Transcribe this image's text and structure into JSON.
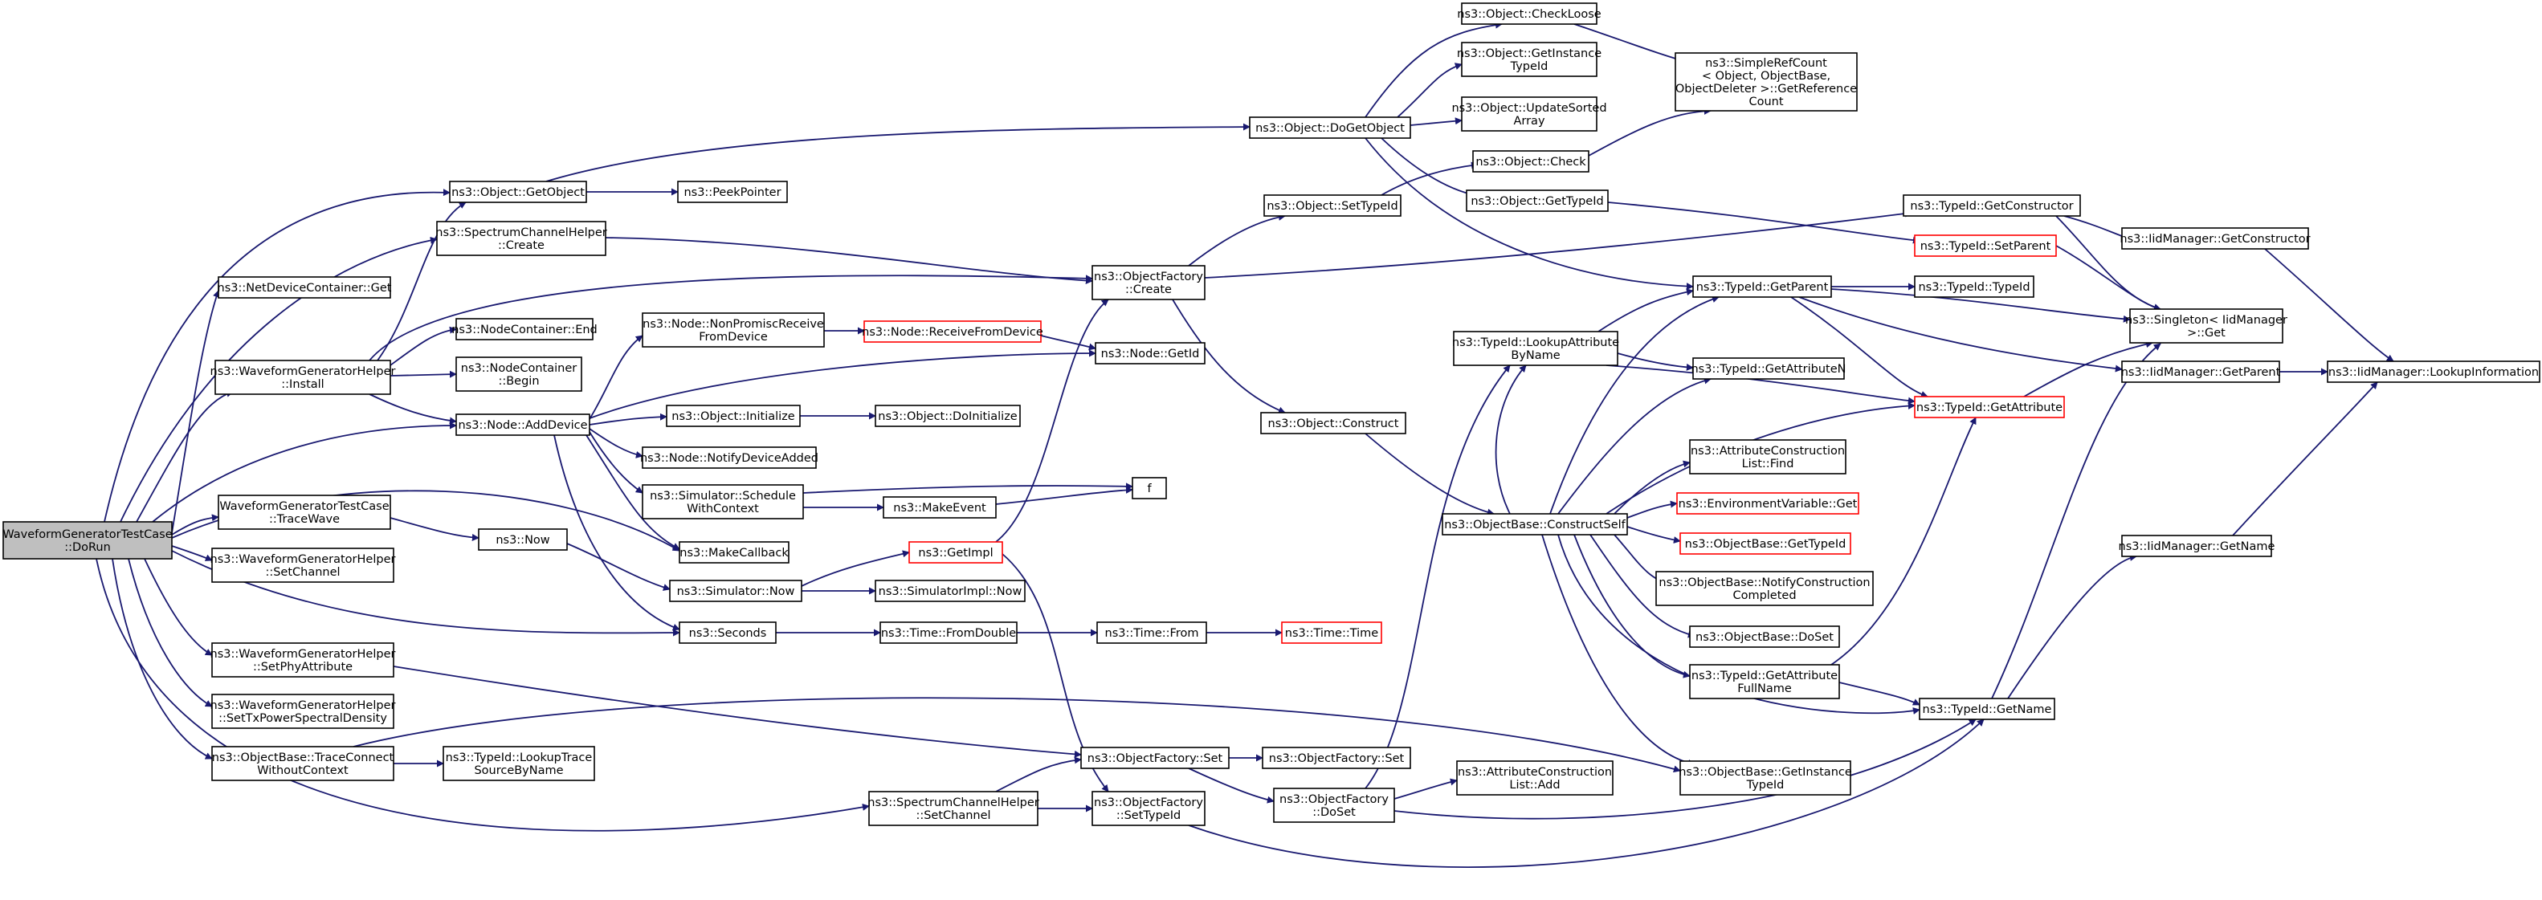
{
  "diagram": {
    "nodes": [
      {
        "id": "root",
        "lines": [
          "WaveformGeneratorTestCase",
          "::DoRun"
        ]
      },
      {
        "id": "ndc_get",
        "lines": [
          "ns3::NetDeviceContainer::Get"
        ]
      },
      {
        "id": "obj_getobject",
        "lines": [
          "ns3::Object::GetObject"
        ]
      },
      {
        "id": "peekpointer",
        "lines": [
          "ns3::PeekPointer"
        ]
      },
      {
        "id": "sch_create",
        "lines": [
          "ns3::SpectrumChannelHelper",
          "::Create"
        ]
      },
      {
        "id": "wgh_install",
        "lines": [
          "ns3::WaveformGeneratorHelper",
          "::Install"
        ]
      },
      {
        "id": "nc_end",
        "lines": [
          "ns3::NodeContainer::End"
        ]
      },
      {
        "id": "nc_begin",
        "lines": [
          "ns3::NodeContainer",
          "::Begin"
        ]
      },
      {
        "id": "node_adddevice",
        "lines": [
          "ns3::Node::AddDevice"
        ]
      },
      {
        "id": "wgtc_tracewave",
        "lines": [
          "WaveformGeneratorTestCase",
          "::TraceWave"
        ]
      },
      {
        "id": "wgh_setchannel",
        "lines": [
          "ns3::WaveformGeneratorHelper",
          "::SetChannel"
        ]
      },
      {
        "id": "wgh_setphy",
        "lines": [
          "ns3::WaveformGeneratorHelper",
          "::SetPhyAttribute"
        ]
      },
      {
        "id": "wgh_settxpsd",
        "lines": [
          "ns3::WaveformGeneratorHelper",
          "::SetTxPowerSpectralDensity"
        ]
      },
      {
        "id": "ob_traceconnect",
        "lines": [
          "ns3::ObjectBase::TraceConnect",
          "WithoutContext"
        ]
      },
      {
        "id": "tid_lookuptrace",
        "lines": [
          "ns3::TypeId::LookupTrace",
          "SourceByName"
        ]
      },
      {
        "id": "node_nonpromisc",
        "lines": [
          "ns3::Node::NonPromiscReceive",
          "FromDevice"
        ]
      },
      {
        "id": "node_receivefrom",
        "lines": [
          "ns3::Node::ReceiveFromDevice"
        ],
        "red": true
      },
      {
        "id": "node_getid",
        "lines": [
          "ns3::Node::GetId"
        ]
      },
      {
        "id": "obj_initialize",
        "lines": [
          "ns3::Object::Initialize"
        ]
      },
      {
        "id": "obj_doinitialize",
        "lines": [
          "ns3::Object::DoInitialize"
        ]
      },
      {
        "id": "node_notifydevice",
        "lines": [
          "ns3::Node::NotifyDeviceAdded"
        ]
      },
      {
        "id": "sim_schedule",
        "lines": [
          "ns3::Simulator::Schedule",
          "WithContext"
        ]
      },
      {
        "id": "makeevent",
        "lines": [
          "ns3::MakeEvent"
        ]
      },
      {
        "id": "f",
        "lines": [
          "f"
        ]
      },
      {
        "id": "makecallback",
        "lines": [
          "ns3::MakeCallback"
        ]
      },
      {
        "id": "now",
        "lines": [
          "ns3::Now"
        ]
      },
      {
        "id": "sim_now",
        "lines": [
          "ns3::Simulator::Now"
        ]
      },
      {
        "id": "getimpl",
        "lines": [
          "ns3::GetImpl"
        ],
        "red": true
      },
      {
        "id": "simimpl_now",
        "lines": [
          "ns3::SimulatorImpl::Now"
        ]
      },
      {
        "id": "seconds",
        "lines": [
          "ns3::Seconds"
        ]
      },
      {
        "id": "time_fromdouble",
        "lines": [
          "ns3::Time::FromDouble"
        ]
      },
      {
        "id": "time_from",
        "lines": [
          "ns3::Time::From"
        ]
      },
      {
        "id": "time_time",
        "lines": [
          "ns3::Time::Time"
        ],
        "red": true
      },
      {
        "id": "of_create",
        "lines": [
          "ns3::ObjectFactory",
          "::Create"
        ]
      },
      {
        "id": "obj_settypeid",
        "lines": [
          "ns3::Object::SetTypeId"
        ]
      },
      {
        "id": "obj_construct",
        "lines": [
          "ns3::Object::Construct"
        ]
      },
      {
        "id": "obj_dogetobject",
        "lines": [
          "ns3::Object::DoGetObject"
        ]
      },
      {
        "id": "obj_checkloose",
        "lines": [
          "ns3::Object::CheckLoose"
        ]
      },
      {
        "id": "obj_getinstance",
        "lines": [
          "ns3::Object::GetInstance",
          "TypeId"
        ]
      },
      {
        "id": "obj_updatesorted",
        "lines": [
          "ns3::Object::UpdateSorted",
          "Array"
        ]
      },
      {
        "id": "obj_check",
        "lines": [
          "ns3::Object::Check"
        ]
      },
      {
        "id": "obj_gettypeid",
        "lines": [
          "ns3::Object::GetTypeId"
        ]
      },
      {
        "id": "simplerefcount",
        "lines": [
          "ns3::SimpleRefCount",
          "< Object, ObjectBase,",
          "ObjectDeleter >::GetReference",
          "Count"
        ]
      },
      {
        "id": "tid_getconstructor",
        "lines": [
          "ns3::TypeId::GetConstructor"
        ]
      },
      {
        "id": "tid_setparent",
        "lines": [
          "ns3::TypeId::SetParent"
        ],
        "red": true
      },
      {
        "id": "tid_getparent",
        "lines": [
          "ns3::TypeId::GetParent"
        ]
      },
      {
        "id": "tid_typeid",
        "lines": [
          "ns3::TypeId::TypeId"
        ]
      },
      {
        "id": "tid_lookupattr",
        "lines": [
          "ns3::TypeId::LookupAttribute",
          "ByName"
        ]
      },
      {
        "id": "tid_getattrn",
        "lines": [
          "ns3::TypeId::GetAttributeN"
        ]
      },
      {
        "id": "tid_getattribute",
        "lines": [
          "ns3::TypeId::GetAttribute"
        ],
        "red": true
      },
      {
        "id": "ob_constructself",
        "lines": [
          "ns3::ObjectBase::ConstructSelf"
        ]
      },
      {
        "id": "acl_find",
        "lines": [
          "ns3::AttributeConstruction",
          "List::Find"
        ]
      },
      {
        "id": "envvar_get",
        "lines": [
          "ns3::EnvironmentVariable::Get"
        ],
        "red": true
      },
      {
        "id": "ob_gettypeid",
        "lines": [
          "ns3::ObjectBase::GetTypeId"
        ],
        "red": true
      },
      {
        "id": "ob_notifyconstruction",
        "lines": [
          "ns3::ObjectBase::NotifyConstruction",
          "Completed"
        ]
      },
      {
        "id": "ob_doset",
        "lines": [
          "ns3::ObjectBase::DoSet"
        ]
      },
      {
        "id": "tid_getattrfullname",
        "lines": [
          "ns3::TypeId::GetAttribute",
          "FullName"
        ]
      },
      {
        "id": "tid_getname",
        "lines": [
          "ns3::TypeId::GetName"
        ]
      },
      {
        "id": "ob_getinstancetypeid",
        "lines": [
          "ns3::ObjectBase::GetInstance",
          "TypeId"
        ]
      },
      {
        "id": "of_set",
        "lines": [
          "ns3::ObjectFactory::Set"
        ]
      },
      {
        "id": "objfactory_set",
        "lines": [
          "ns3::ObjectFactory::Set"
        ]
      },
      {
        "id": "of_doset",
        "lines": [
          "ns3::ObjectFactory",
          "::DoSet"
        ]
      },
      {
        "id": "acl_add",
        "lines": [
          "ns3::AttributeConstruction",
          "List::Add"
        ]
      },
      {
        "id": "sch_setchannel",
        "lines": [
          "ns3::SpectrumChannelHelper",
          "::SetChannel"
        ]
      },
      {
        "id": "of_settypeid",
        "lines": [
          "ns3::ObjectFactory",
          "::SetTypeId"
        ]
      },
      {
        "id": "iid_getconstructor",
        "lines": [
          "ns3::IidManager::GetConstructor"
        ]
      },
      {
        "id": "singleton_get",
        "lines": [
          "ns3::Singleton< IidManager",
          " >::Get"
        ]
      },
      {
        "id": "iid_getparent",
        "lines": [
          "ns3::IidManager::GetParent"
        ]
      },
      {
        "id": "iid_lookupinfo",
        "lines": [
          "ns3::IidManager::LookupInformation"
        ]
      },
      {
        "id": "iid_getname",
        "lines": [
          "ns3::IidManager::GetName"
        ]
      }
    ]
  }
}
